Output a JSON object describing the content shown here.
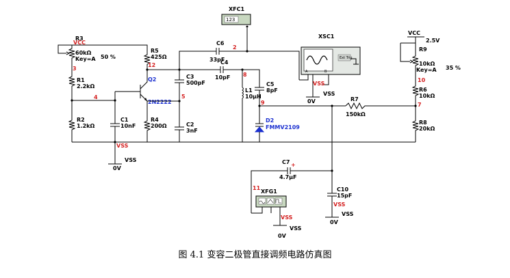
{
  "instruments": {
    "xfc1": {
      "name": "XFC1",
      "display": "123"
    },
    "xsc1": {
      "name": "XSC1",
      "button": "Ext Trig"
    },
    "xfg1": {
      "name": "XFG1"
    }
  },
  "components": {
    "r3": {
      "ref": "R3",
      "value": "60kΩ",
      "key": "Key=A",
      "percent": "50 %"
    },
    "r5": {
      "ref": "R5",
      "value": "425Ω"
    },
    "r1": {
      "ref": "R1",
      "value": "2.2kΩ"
    },
    "r2": {
      "ref": "R2",
      "value": "1.2kΩ"
    },
    "r4": {
      "ref": "R4",
      "value": "200Ω"
    },
    "q2": {
      "ref": "Q2",
      "part": "2N2222"
    },
    "c1": {
      "ref": "C1",
      "value": "10nF"
    },
    "c2": {
      "ref": "C2",
      "value": "3nF"
    },
    "c3": {
      "ref": "C3",
      "value": "500pF"
    },
    "c4": {
      "ref": "C4",
      "value": "10pF"
    },
    "c5": {
      "ref": "C5",
      "value": "8pF"
    },
    "c6": {
      "ref": "C6",
      "value": "33pF"
    },
    "c7": {
      "ref": "C7",
      "value": "4.7μF"
    },
    "c10": {
      "ref": "C10",
      "value": "15pF"
    },
    "l1": {
      "ref": "L1",
      "value": "10μH"
    },
    "d2": {
      "ref": "D2",
      "part": "FMMV2109"
    },
    "r7": {
      "ref": "R7",
      "value": "150kΩ"
    },
    "r9": {
      "ref": "R9",
      "value": "10kΩ",
      "key": "Key=A",
      "percent": "35 %"
    },
    "r6": {
      "ref": "R6",
      "value": "10kΩ"
    },
    "r8": {
      "ref": "R8",
      "value": "20kΩ"
    }
  },
  "nets": [
    "2",
    "3",
    "4",
    "5",
    "7",
    "8",
    "9",
    "10",
    "11",
    "12"
  ],
  "power": {
    "vcc_left": "VCC",
    "vcc_right": "VCC",
    "vcc_right_voltage": "2.5V",
    "vss_net": "VSS",
    "vss_label": "VSS",
    "ground": "0V"
  },
  "caption": "图 4.1  变容二极管直接调频电路仿真图"
}
